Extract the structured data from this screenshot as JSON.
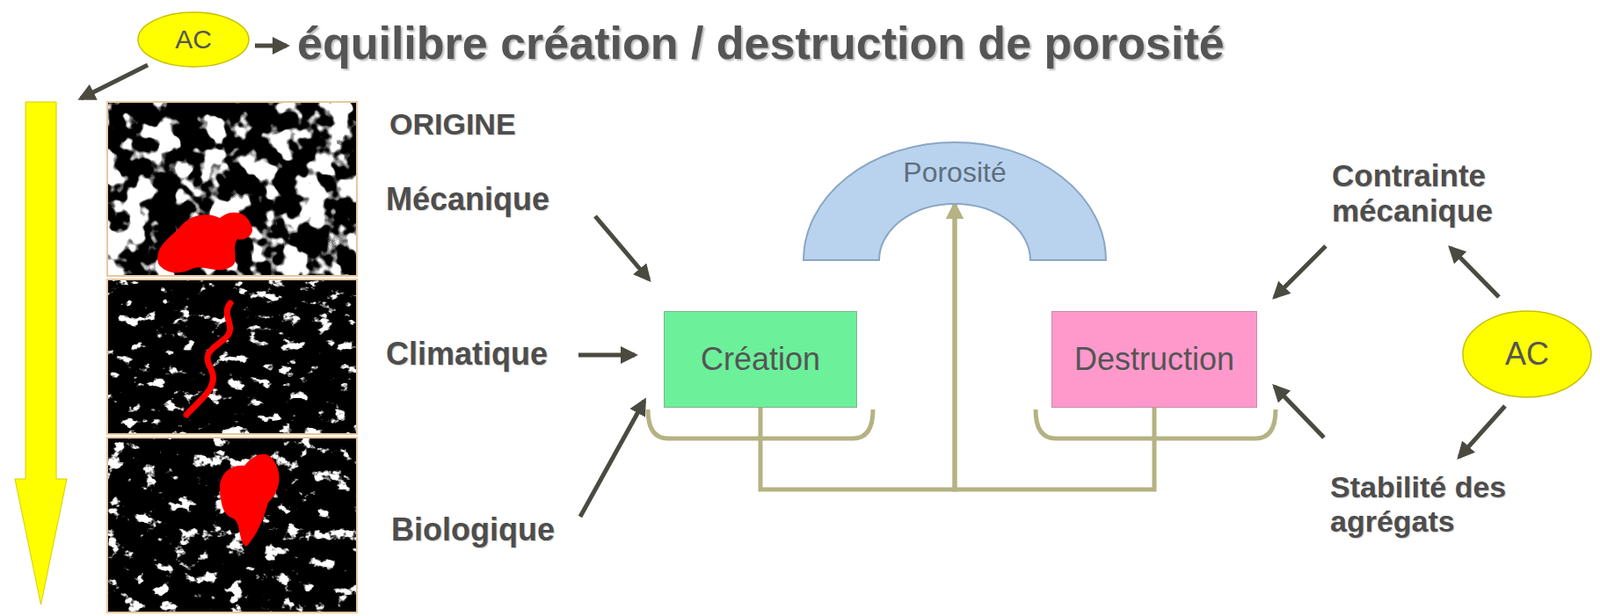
{
  "diagram": {
    "title": "équilibre création / destruction de porosité",
    "nodes": [
      {
        "text": [
          "AC"
        ]
      },
      {
        "text": [
          "Création"
        ]
      },
      {
        "text": [
          "Porosité"
        ]
      },
      {
        "text": [
          "Destruction"
        ]
      },
      {
        "text": [
          "AC"
        ]
      }
    ],
    "edges": [
      {
        "from": 1,
        "to": 2,
        "arrow": "to"
      },
      {
        "from": 3,
        "to": 2,
        "arrow": "to"
      }
    ],
    "labels": [
      "ORIGINE",
      "Mécanique",
      "Climatique",
      "Biologique",
      "Contrainte mécanique",
      "Stabilité des agrégats"
    ]
  }
}
